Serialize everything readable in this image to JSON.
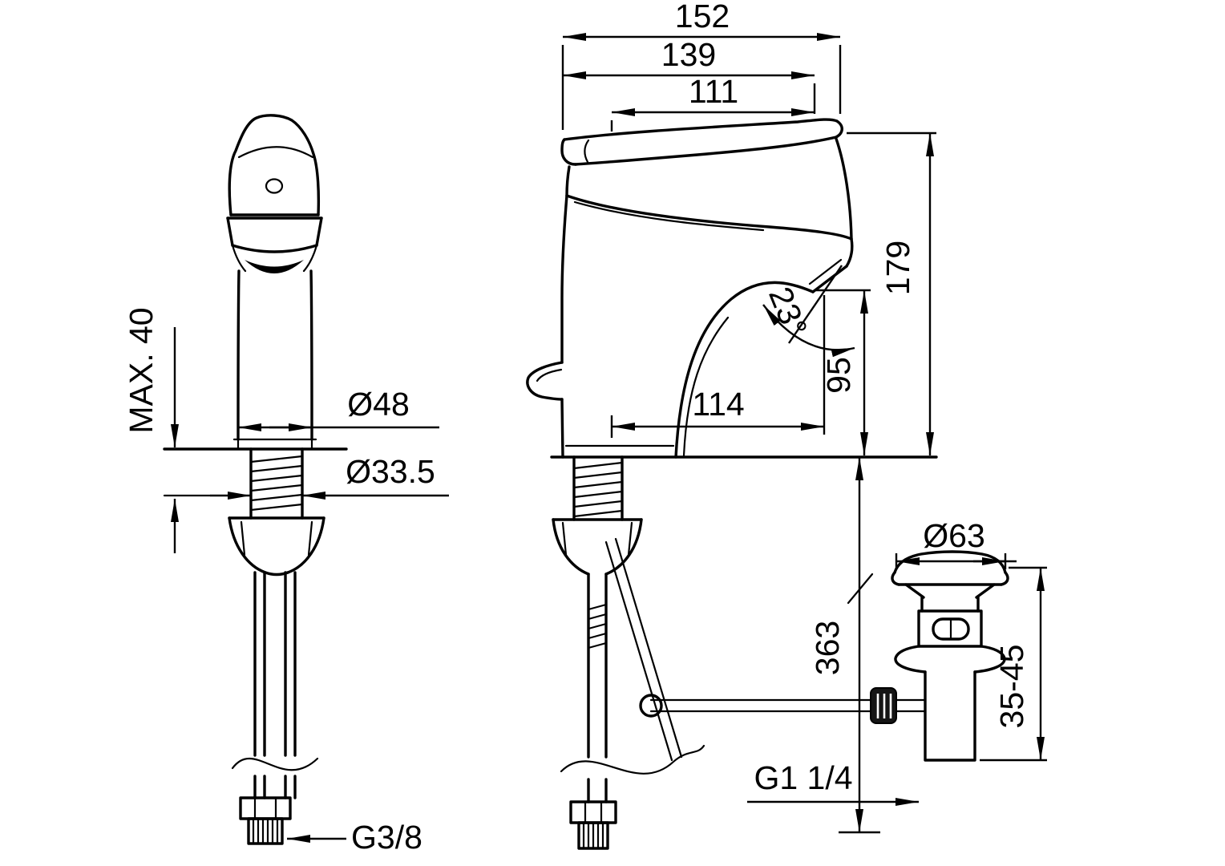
{
  "front_view": {
    "max_thickness": "MAX. 40",
    "body_diameter": "Ø48",
    "hole_diameter": "Ø33.5",
    "inlet_thread": "G3/8"
  },
  "side_view": {
    "overall_depth": "152",
    "depth_to_spout": "139",
    "lever_length": "111",
    "overall_height": "179",
    "spout_angle": "23°",
    "spout_height": "95",
    "spout_reach": "114",
    "rod_length": "363",
    "waste_diameter": "Ø63",
    "mount_range": "35-45",
    "waste_thread": "G1 1/4"
  }
}
